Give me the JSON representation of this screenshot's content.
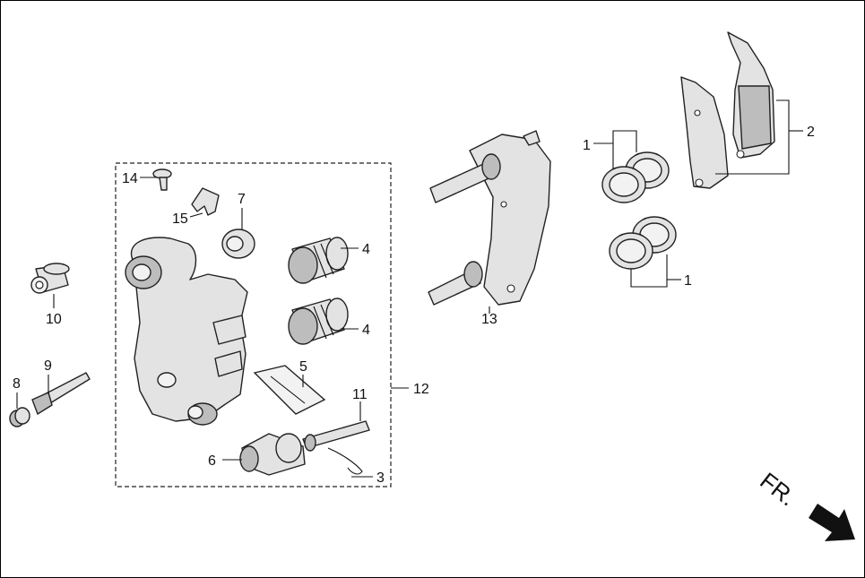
{
  "diagram": {
    "callouts": [
      {
        "id": "c1a",
        "text": "1"
      },
      {
        "id": "c1b",
        "text": "1"
      },
      {
        "id": "c2",
        "text": "2"
      },
      {
        "id": "c3",
        "text": "3"
      },
      {
        "id": "c4a",
        "text": "4"
      },
      {
        "id": "c4b",
        "text": "4"
      },
      {
        "id": "c5",
        "text": "5"
      },
      {
        "id": "c6",
        "text": "6"
      },
      {
        "id": "c7",
        "text": "7"
      },
      {
        "id": "c8",
        "text": "8"
      },
      {
        "id": "c9",
        "text": "9"
      },
      {
        "id": "c10",
        "text": "10"
      },
      {
        "id": "c11",
        "text": "11"
      },
      {
        "id": "c12",
        "text": "12"
      },
      {
        "id": "c13",
        "text": "13"
      },
      {
        "id": "c14",
        "text": "14"
      },
      {
        "id": "c15",
        "text": "15"
      }
    ],
    "direction_label": "FR."
  }
}
